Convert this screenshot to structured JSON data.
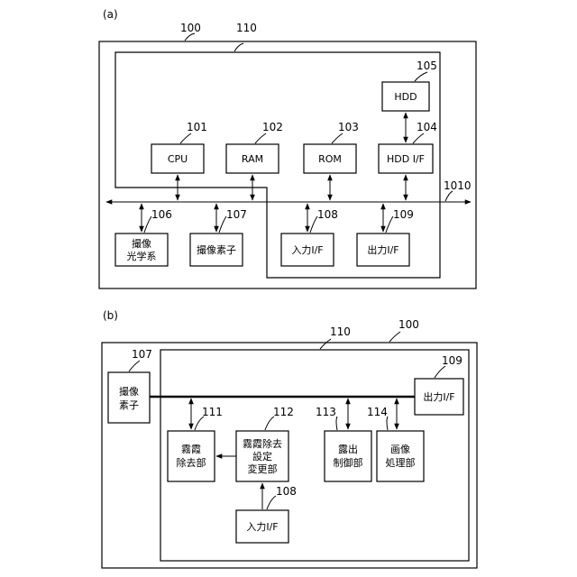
{
  "figure_a": {
    "caption": "(a)",
    "refs": {
      "outer": "100",
      "inner": "110",
      "hdd": "105",
      "cpu": "101",
      "ram": "102",
      "rom": "103",
      "hdd_if": "104",
      "bus": "1010",
      "optics": "106",
      "sensor": "107",
      "input_if": "108",
      "output_if": "109"
    },
    "blocks": {
      "hdd": "HDD",
      "cpu": "CPU",
      "ram": "RAM",
      "rom": "ROM",
      "hdd_if": "HDD I/F",
      "optics_line1": "撮像",
      "optics_line2": "光学系",
      "sensor": "撮像素子",
      "input_if": "入力I/F",
      "output_if": "出力I/F"
    }
  },
  "figure_b": {
    "caption": "(b)",
    "refs": {
      "inner": "110",
      "outer": "100",
      "sensor": "107",
      "output_if": "109",
      "haze_removal": "111",
      "haze_setting": "112",
      "exposure": "113",
      "image_proc": "114",
      "input_if": "108"
    },
    "blocks": {
      "sensor_line1": "撮像",
      "sensor_line2": "素子",
      "output_if": "出力I/F",
      "haze_removal_line1": "霧霞",
      "haze_removal_line2": "除去部",
      "haze_setting_line1": "霧霞除去",
      "haze_setting_line2": "設定",
      "haze_setting_line3": "変更部",
      "exposure_line1": "露出",
      "exposure_line2": "制御部",
      "image_proc_line1": "画像",
      "image_proc_line2": "処理部",
      "input_if": "入力I/F"
    }
  }
}
